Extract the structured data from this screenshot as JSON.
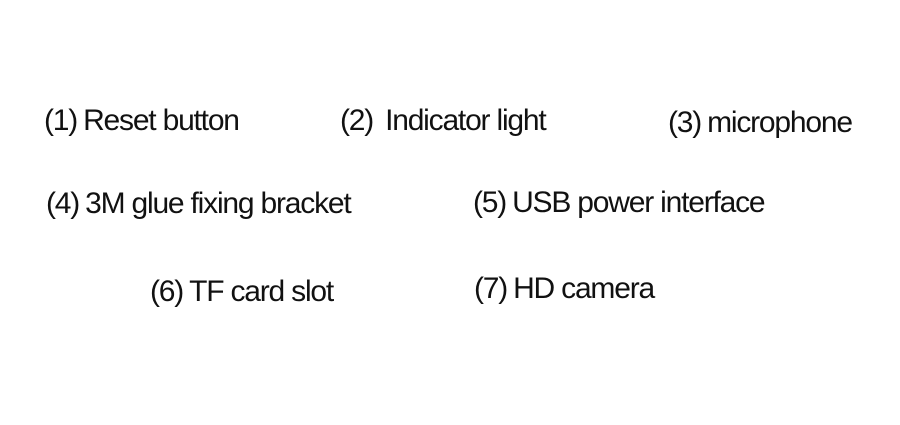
{
  "legend": {
    "items": [
      {
        "number": "(1)",
        "label": "Reset button"
      },
      {
        "number": "(2)",
        "label": "Indicator light"
      },
      {
        "number": "(3)",
        "label": "microphone"
      },
      {
        "number": "(4)",
        "label": "3M glue fixing bracket"
      },
      {
        "number": "(5)",
        "label": "USB power interface"
      },
      {
        "number": "(6)",
        "label": "TF card slot"
      },
      {
        "number": "(7)",
        "label": "HD camera"
      }
    ]
  }
}
